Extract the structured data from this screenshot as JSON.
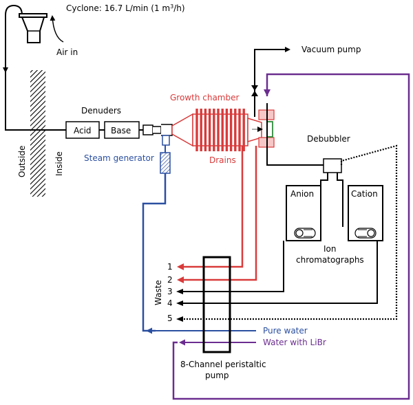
{
  "title": {
    "prefix": "Cyclone: 16.7 L/min (1 m",
    "sup": "3",
    "suffix": "/h)"
  },
  "labels": {
    "air_in": "Air in",
    "outside": "Outside",
    "inside": "Inside",
    "denuders": "Denuders",
    "acid": "Acid",
    "base": "Base",
    "steam_generator": "Steam generator",
    "growth_chamber": "Growth chamber",
    "drains": "Drains",
    "vacuum_pump": "Vacuum pump",
    "debubbler": "Debubbler",
    "anion": "Anion",
    "cation": "Cation",
    "ion_line1": "Ion",
    "ion_line2": "chromatographs",
    "waste": "Waste",
    "pure_water": "Pure water",
    "water_libr": "Water with LiBr",
    "pump_line1": "8-Channel peristaltic",
    "pump_line2": "pump"
  },
  "channels": [
    "1",
    "2",
    "3",
    "4",
    "5"
  ],
  "colors": {
    "black": "#000000",
    "red": "#d93a3a",
    "blue": "#2a4fa0",
    "purple": "#6b2d8f",
    "green": "#2e8b3a"
  }
}
